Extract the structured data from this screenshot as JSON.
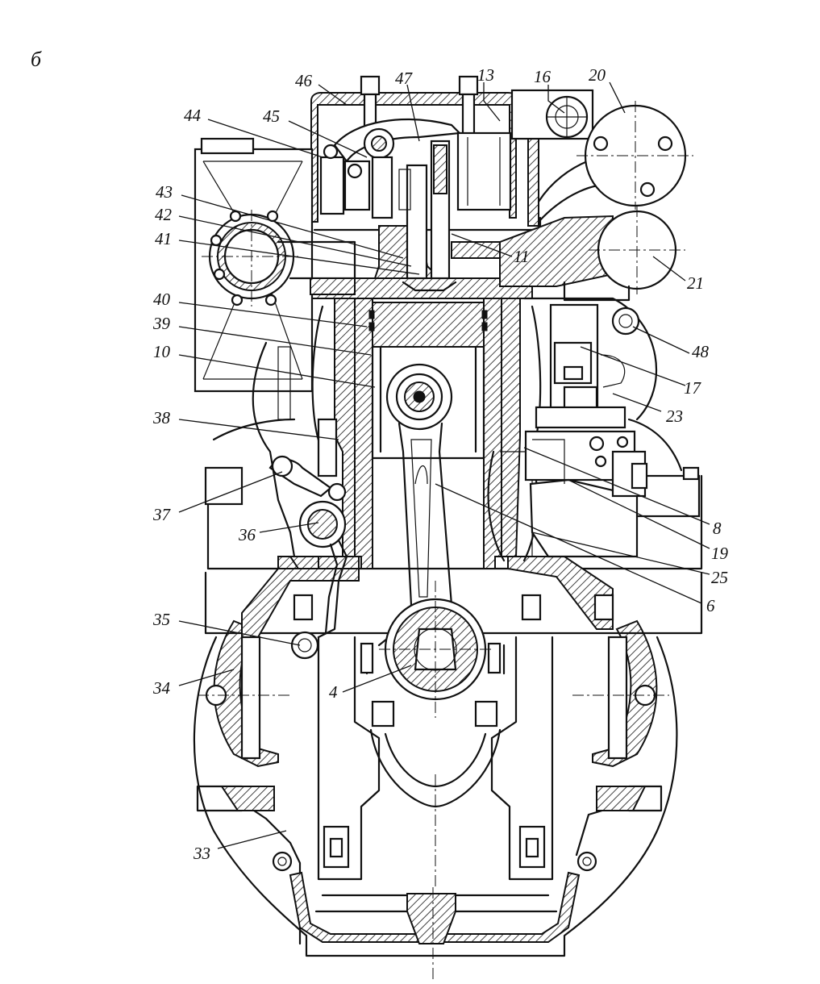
{
  "view_label": "б",
  "callouts": [
    {
      "text": "46"
    },
    {
      "text": "47"
    },
    {
      "text": "13"
    },
    {
      "text": "16"
    },
    {
      "text": "20"
    },
    {
      "text": "44"
    },
    {
      "text": "45"
    },
    {
      "text": "43"
    },
    {
      "text": "42"
    },
    {
      "text": "41"
    },
    {
      "text": "11"
    },
    {
      "text": "21"
    },
    {
      "text": "40"
    },
    {
      "text": "39"
    },
    {
      "text": "48"
    },
    {
      "text": "10"
    },
    {
      "text": "17"
    },
    {
      "text": "23"
    },
    {
      "text": "38"
    },
    {
      "text": "37"
    },
    {
      "text": "8"
    },
    {
      "text": "36"
    },
    {
      "text": "19"
    },
    {
      "text": "25"
    },
    {
      "text": "6"
    },
    {
      "text": "35"
    },
    {
      "text": "34"
    },
    {
      "text": "4"
    },
    {
      "text": "33"
    }
  ]
}
